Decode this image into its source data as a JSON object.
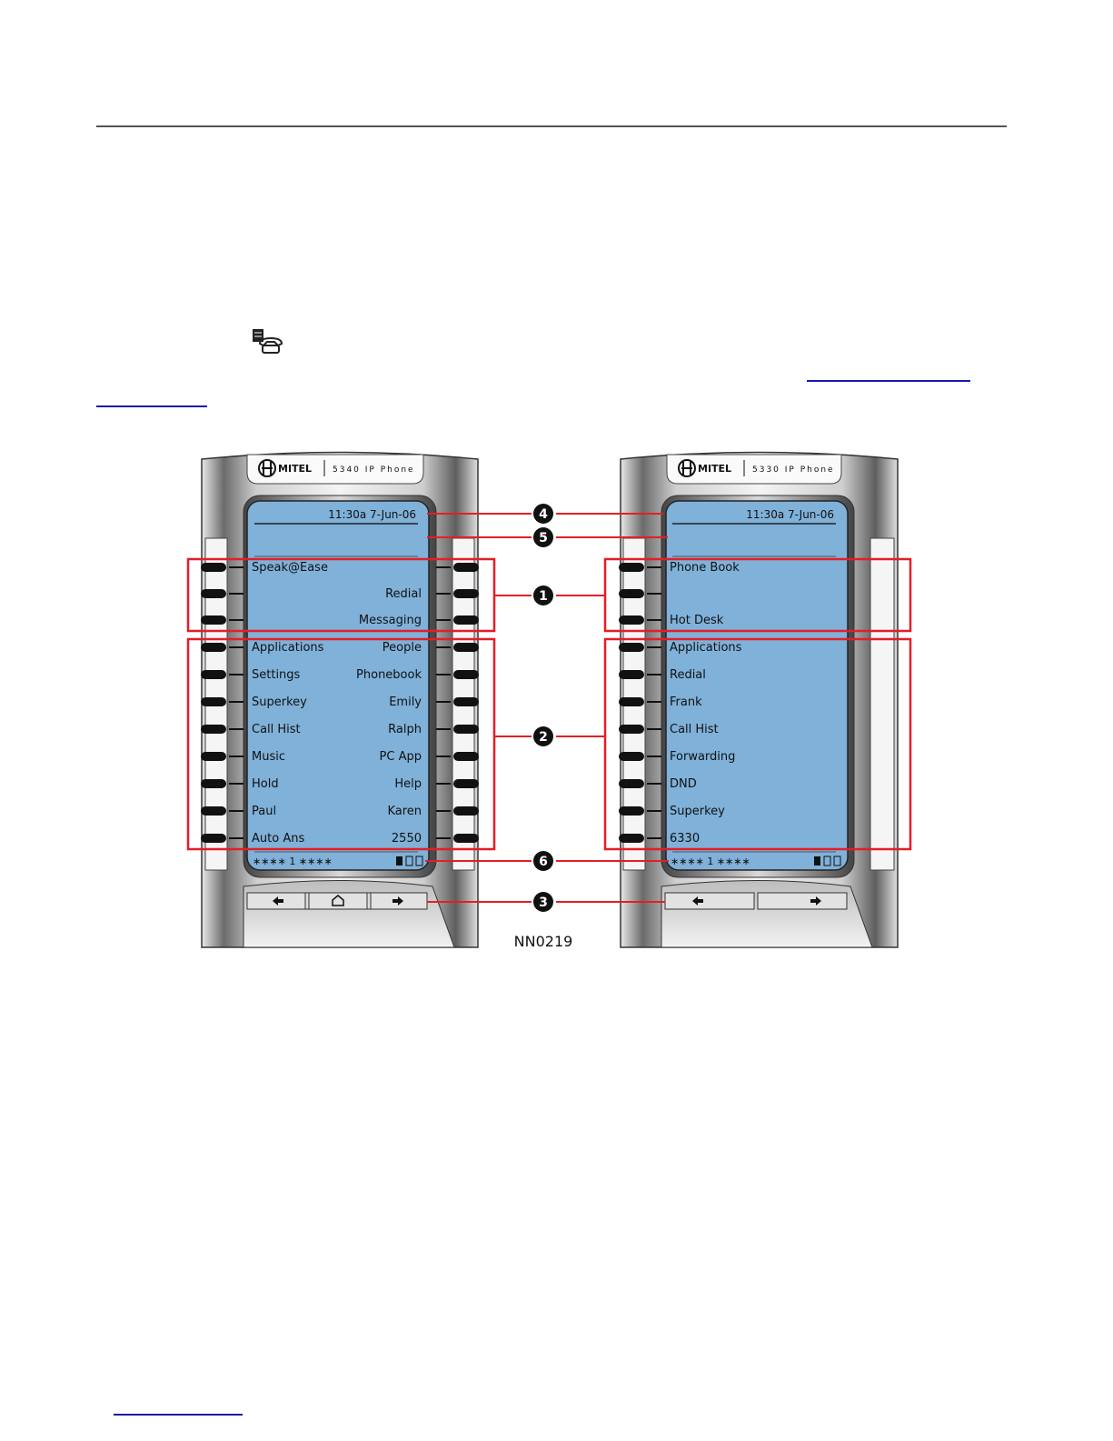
{
  "figure_code": "NN0219",
  "callouts": [
    "4",
    "5",
    "1",
    "2",
    "6",
    "3"
  ],
  "phone_5340": {
    "brand": "MITEL",
    "model": "5340 IP Phone",
    "datetime": "11:30a 7-Jun-06",
    "status_text": "∗∗∗∗ 1 ∗∗∗∗",
    "top_left_keys": [
      "Speak@Ease",
      "",
      ""
    ],
    "top_right_keys": [
      "",
      "Redial",
      "Messaging"
    ],
    "left_keys": [
      "Applications",
      "Settings",
      "Superkey",
      "Call Hist",
      "Music",
      "Hold",
      "Paul",
      "Auto Ans"
    ],
    "right_keys": [
      "People",
      "Phonebook",
      "Emily",
      "Ralph",
      "PC App",
      "Help",
      "Karen",
      "2550"
    ]
  },
  "phone_5330": {
    "brand": "MITEL",
    "model": "5330 IP Phone",
    "datetime": "11:30a 7-Jun-06",
    "status_text": "∗∗∗∗ 1 ∗∗∗∗",
    "top_keys": [
      "Phone Book",
      "",
      "Hot Desk"
    ],
    "keys": [
      "Applications",
      "Redial",
      "Frank",
      "Call Hist",
      "Forwarding",
      "DND",
      "Superkey",
      "6330"
    ]
  },
  "colors": {
    "screen": "#7fb1d9",
    "callout_box": "#e41e26",
    "bezel": "#9a9a9a"
  }
}
